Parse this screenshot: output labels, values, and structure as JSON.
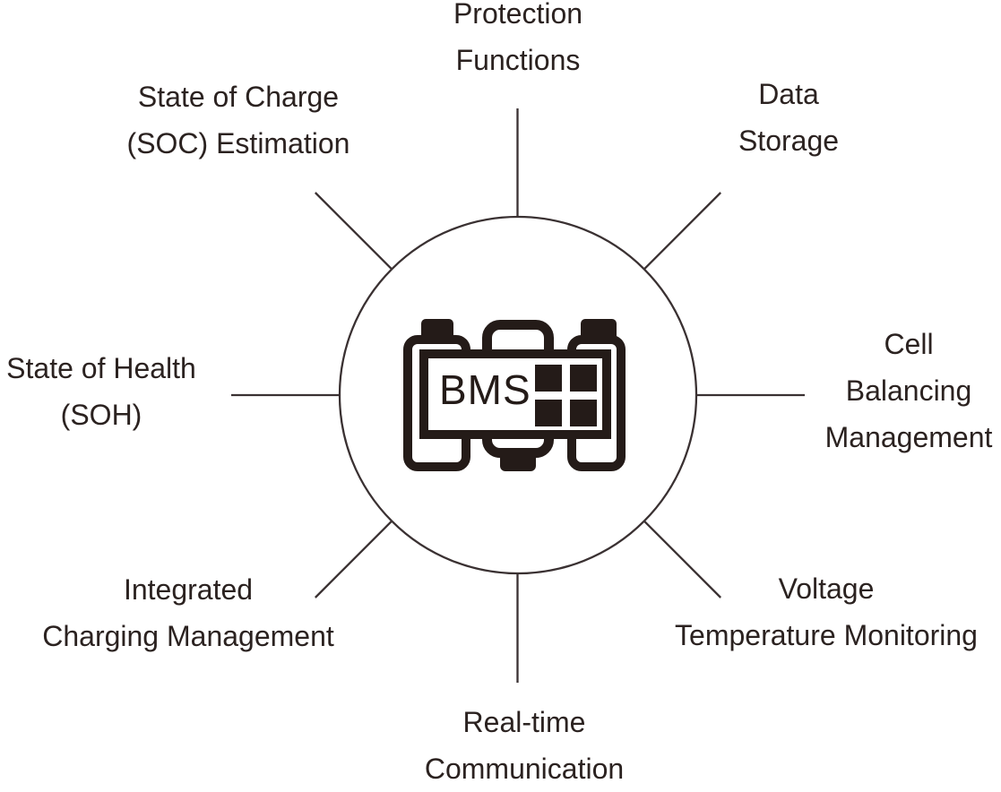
{
  "diagram": {
    "title": "BMS functions hub diagram",
    "center": {
      "label": "BMS"
    },
    "nodes": [
      {
        "id": "protection-functions",
        "position": "top",
        "lines": [
          "Protection",
          "Functions"
        ]
      },
      {
        "id": "soc-estimation",
        "position": "top-left",
        "lines": [
          "State of Charge",
          "(SOC) Estimation"
        ]
      },
      {
        "id": "data-storage",
        "position": "top-right",
        "lines": [
          "Data",
          "Storage"
        ]
      },
      {
        "id": "soh",
        "position": "left",
        "lines": [
          "State of Health",
          "(SOH)"
        ]
      },
      {
        "id": "cell-balancing-management",
        "position": "right",
        "lines": [
          "Cell",
          "Balancing",
          "Management"
        ]
      },
      {
        "id": "integrated-charging",
        "position": "bottom-left",
        "lines": [
          "Integrated",
          "Charging Management"
        ]
      },
      {
        "id": "voltage-temp-monitoring",
        "position": "bottom-right",
        "lines": [
          "Voltage",
          "Temperature Monitoring"
        ]
      },
      {
        "id": "realtime-communication",
        "position": "bottom",
        "lines": [
          "Real-time",
          "Communication"
        ]
      }
    ],
    "colors": {
      "ink": "#241b18",
      "line": "#3a3132",
      "text": "#2b2220",
      "bg": "#ffffff"
    }
  }
}
